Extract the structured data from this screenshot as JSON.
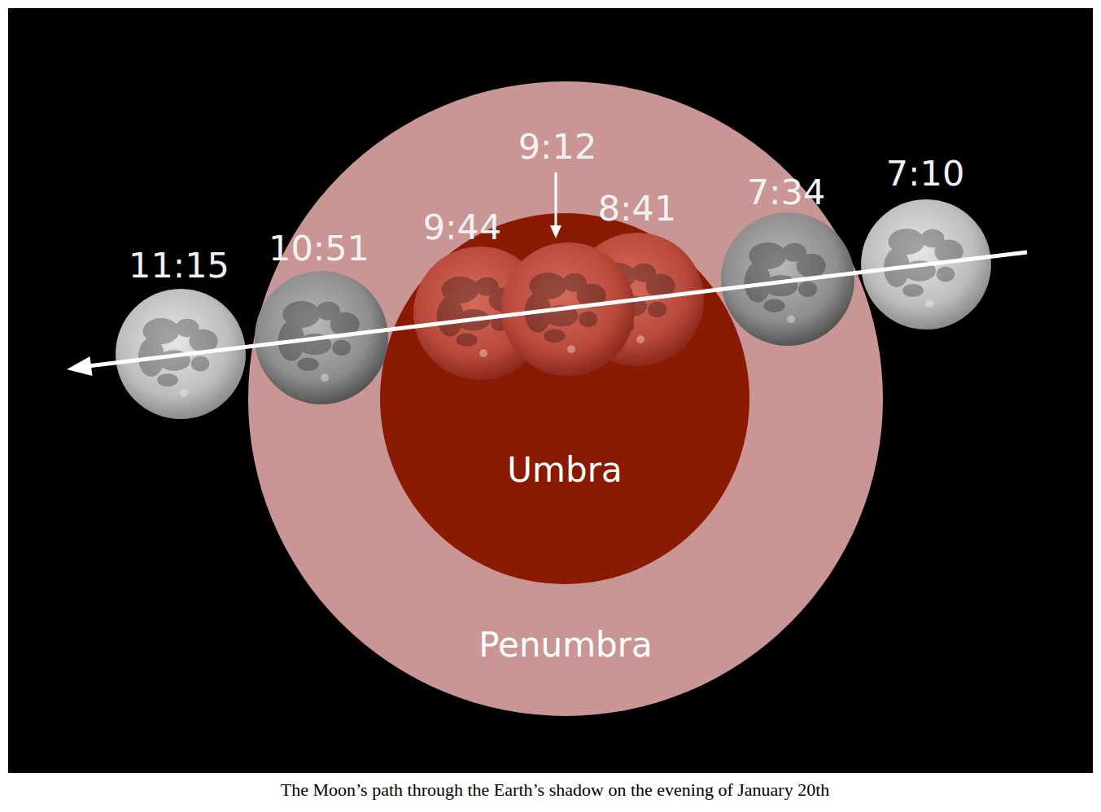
{
  "diagram": {
    "caption": "The Moon’s path through the Earth’s shadow on the evening of January 20th",
    "nodes": [
      {
        "text": [
          "Penumbra"
        ]
      },
      {
        "text": [
          "Umbra"
        ],
        "in": 0
      }
    ],
    "labels": [
      "11:15",
      "10:51",
      "9:44",
      "9:12",
      "8:41",
      "7:34",
      "7:10"
    ]
  }
}
